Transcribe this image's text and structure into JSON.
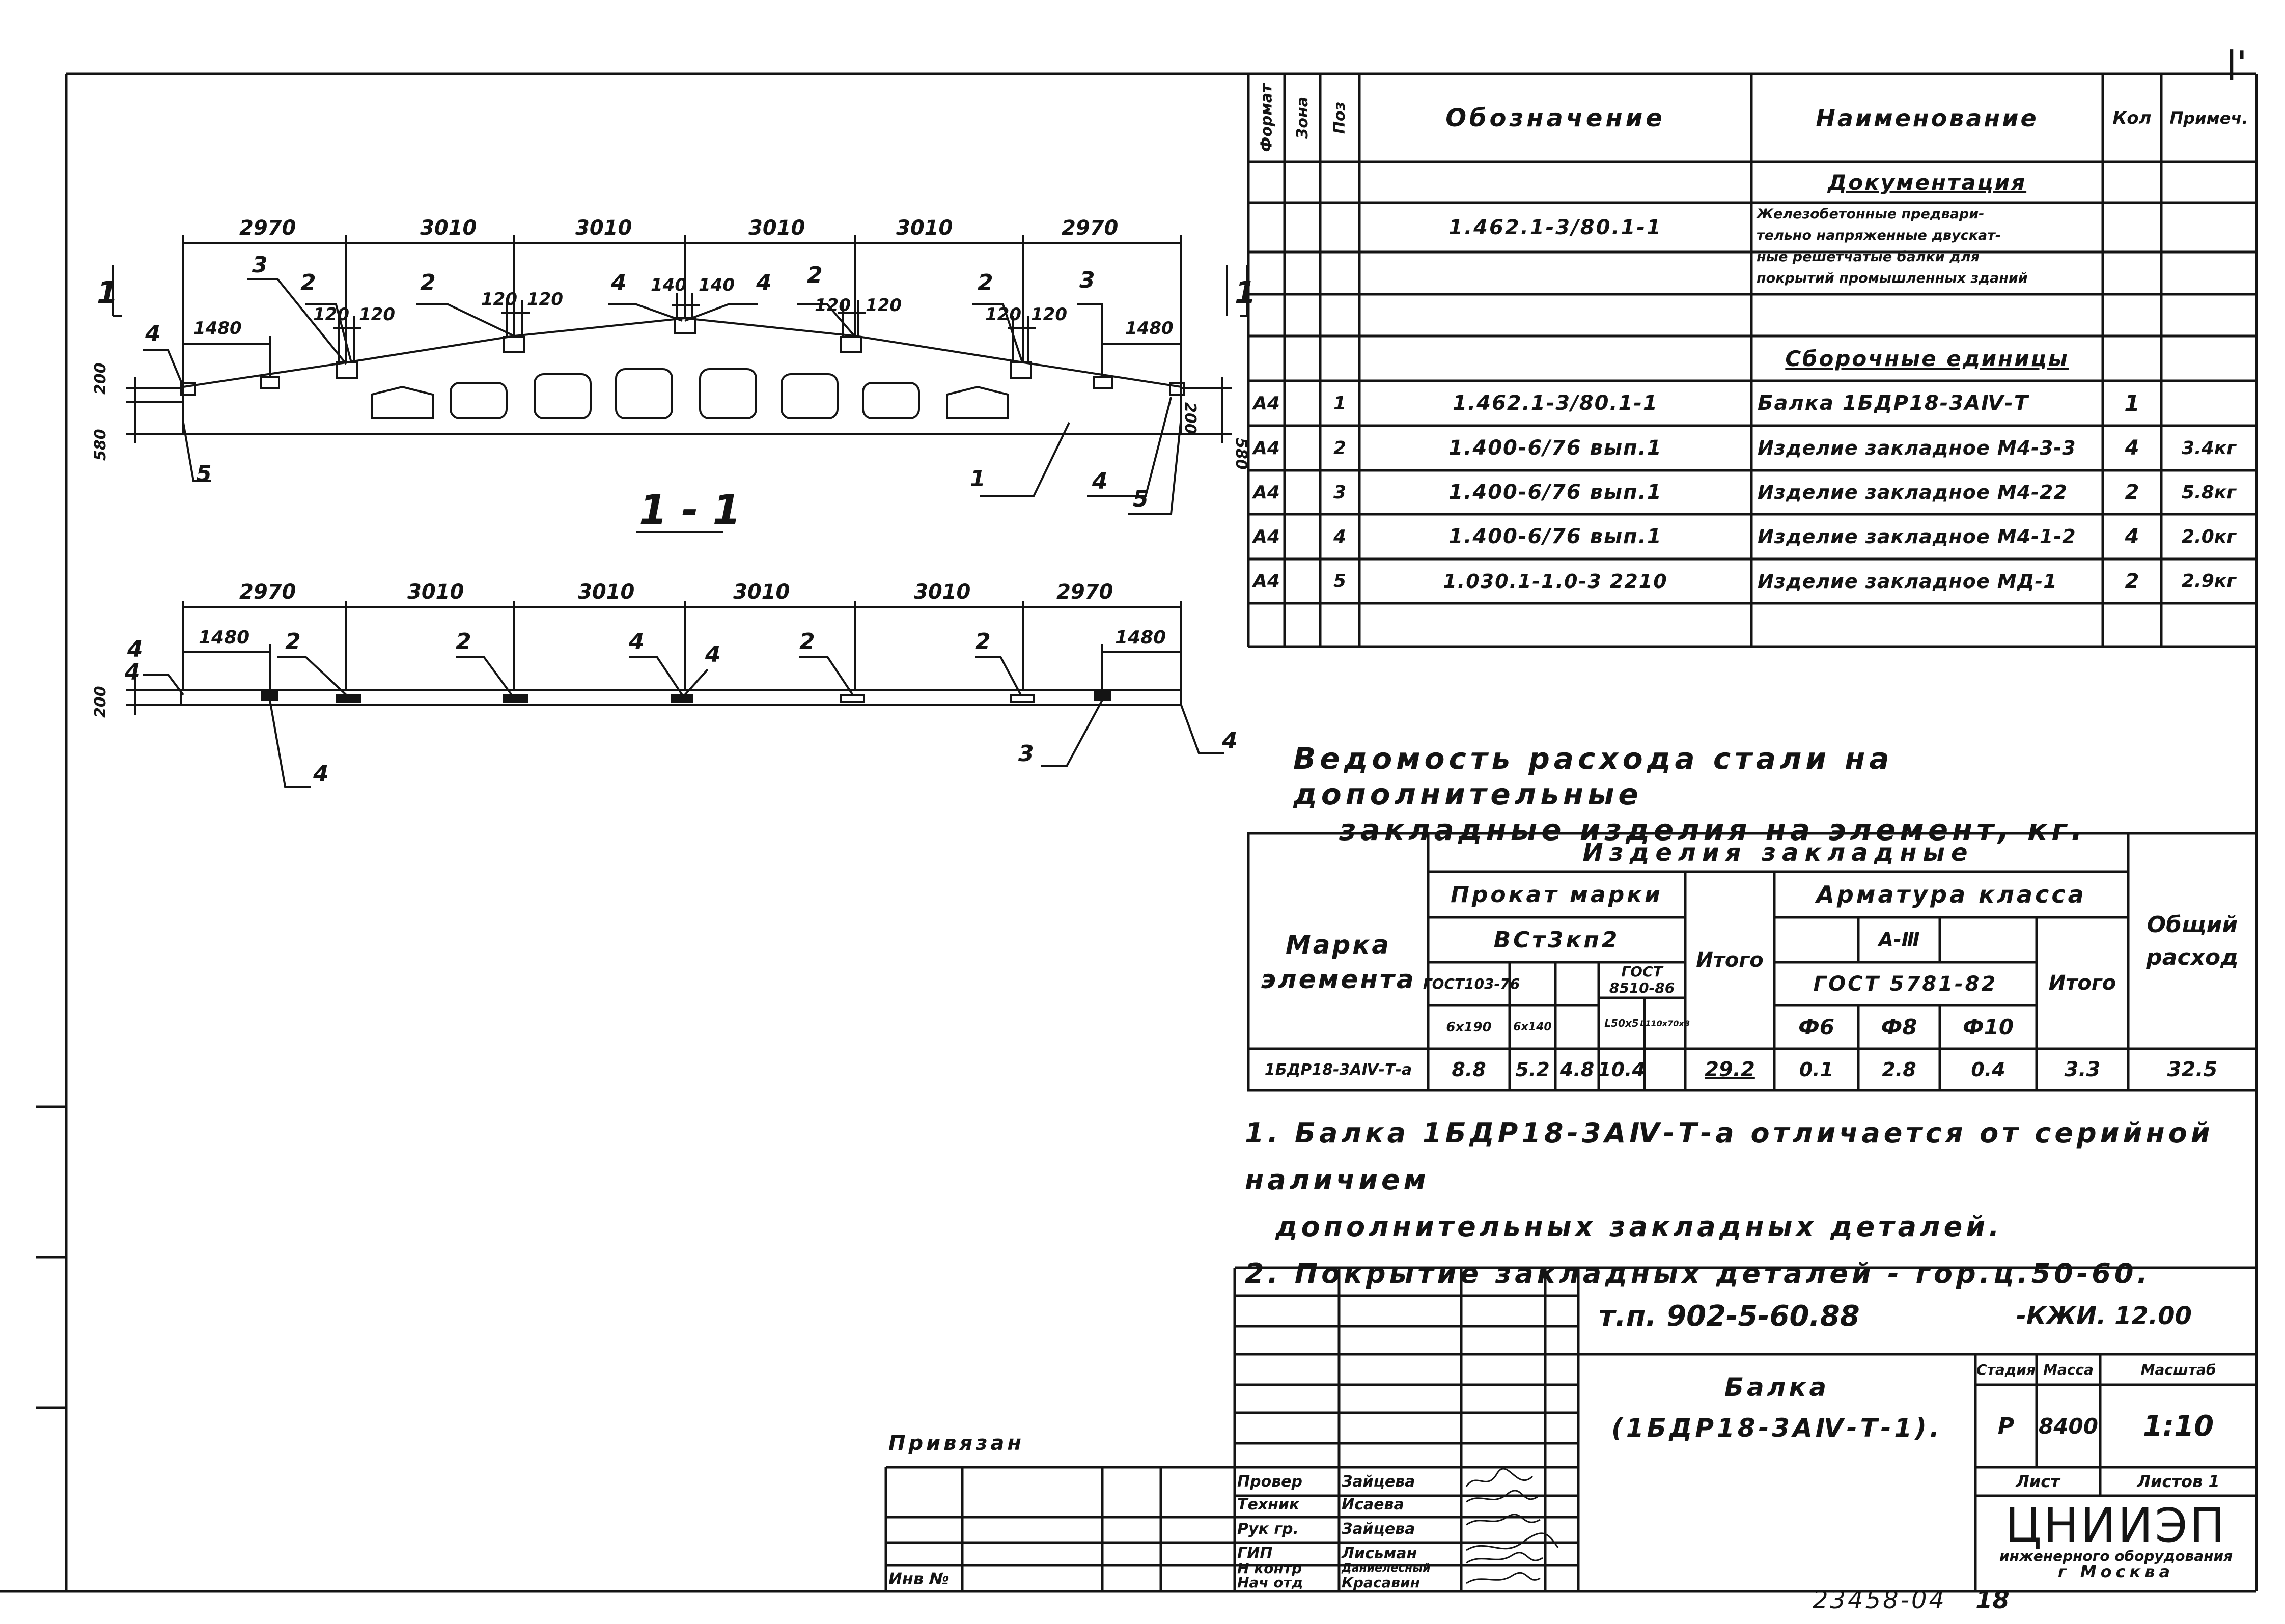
{
  "corner_mark": "|'",
  "spec_table": {
    "headers": {
      "format": "Формат",
      "zone": "Зона",
      "pos": "Поз",
      "designation": "Обозначение",
      "name": "Наименование",
      "qty": "Кол",
      "note": "Примеч."
    },
    "section_documentation": "Документация",
    "doc_designation": "1.462.1-3/80.1-1",
    "doc_name_lines": [
      "Железобетонные предвари-",
      "тельно напряженные двускат-",
      "ные решетчатые балки для",
      "покрытий промышленных зданий"
    ],
    "section_assemblies": "Сборочные единицы",
    "rows": [
      {
        "format": "A4",
        "pos": "1",
        "designation": "1.462.1-3/80.1-1",
        "name": "Балка 1БДР18-3АⅣ-Т",
        "qty": "1",
        "note": ""
      },
      {
        "format": "A4",
        "pos": "2",
        "designation": "1.400-6/76 вып.1",
        "name": "Изделие закладное М4-3-3",
        "qty": "4",
        "note": "3.4кг"
      },
      {
        "format": "A4",
        "pos": "3",
        "designation": "1.400-6/76 вып.1",
        "name": "Изделие закладное М4-22",
        "qty": "2",
        "note": "5.8кг"
      },
      {
        "format": "A4",
        "pos": "4",
        "designation": "1.400-6/76 вып.1",
        "name": "Изделие закладное М4-1-2",
        "qty": "4",
        "note": "2.0кг"
      },
      {
        "format": "A4",
        "pos": "5",
        "designation": "1.030.1-1.0-3 2210",
        "name": "Изделие закладное МД-1",
        "qty": "2",
        "note": "2.9кг"
      }
    ]
  },
  "drawing_top": {
    "dims": [
      "2970",
      "3010",
      "3010",
      "3010",
      "3010",
      "2970"
    ],
    "dim_1480_left": "1480",
    "dim_1480_right": "1480",
    "dims_120": [
      "120",
      "120",
      "120",
      "120",
      "140",
      "140",
      "120",
      "120",
      "120",
      "120"
    ],
    "marks": [
      "3",
      "2",
      "2",
      "4",
      "4",
      "2",
      "2",
      "3",
      "4",
      "1",
      "4",
      "5",
      "5"
    ],
    "height_200": "200",
    "height_580": "580",
    "section_mark": "1",
    "section_title": "1 - 1"
  },
  "drawing_bottom": {
    "dims": [
      "2970",
      "3010",
      "3010",
      "3010",
      "3010",
      "2970"
    ],
    "dim_1480_left": "1480",
    "dim_1480_right": "1480",
    "marks": [
      "4",
      "2",
      "2",
      "4",
      "4",
      "2",
      "2",
      "4",
      "4",
      "3",
      "4"
    ],
    "height_200": "200"
  },
  "consumption": {
    "title_line1": "Ведомость расхода стали на дополнительные",
    "title_line2": "закладные изделия на элемент, кг.",
    "h_products": "Изделия закладные",
    "h_element": "Марка элемента",
    "h_rolled": "Прокат марки",
    "h_steel": "ВСт3кп2",
    "h_gost1": "ГОСТ103-76",
    "h_gost2": "ГОСТ 8510-86",
    "h_sizes": [
      "6х190",
      "6х140",
      "L50х5",
      "L110х70х8"
    ],
    "h_total": "Итого",
    "h_rebar": "Арматура класса",
    "h_class": "А-Ⅲ",
    "h_gost3": "ГОСТ 5781-82",
    "h_diam": [
      "Ф6",
      "Ф8",
      "Ф10"
    ],
    "h_total2": "Итого",
    "h_overall": "Общий расход",
    "row": {
      "mark": "1БДР18-3АⅣ-Т-а",
      "v1": "8.8",
      "v2": "5.2",
      "v3": "4.8",
      "v4": "10.4",
      "total1": "29.2",
      "d6": "0.1",
      "d8": "2.8",
      "d10": "0.4",
      "total2": "3.3",
      "overall": "32.5"
    }
  },
  "notes": [
    "1. Балка 1БДР18-3АⅣ-Т-а отличается от серийной наличием",
    "дополнительных закладных деталей.",
    "2. Покрытие закладных деталей - гор.ц.50-60."
  ],
  "title_block": {
    "project_code": "т.п. 902-5-60.88",
    "suffix": "-КЖИ. 12.00",
    "title_line1": "Балка",
    "title_line2": "(1БДР18-3АⅣ-Т-1).",
    "stage_h": "Стадия",
    "mass_h": "Масса",
    "scale_h": "Масштаб",
    "stage": "Р",
    "mass": "8400",
    "scale": "1:10",
    "sheet_h": "Лист",
    "sheets_h": "Листов 1",
    "org_line1": "ЦНИИЭП",
    "org_line2": "инженерного оборудования",
    "org_line3": "г Москва",
    "bound": "Привязан",
    "inv": "Инв №",
    "roles": [
      "Провер",
      "Техник",
      "Рук гр.",
      "ГИП",
      "Н контр",
      "Нач отд"
    ],
    "names": [
      "Зайцева",
      "Исаева",
      "Зайцева",
      "Лисьман",
      "Даниелесный",
      "Красавин"
    ]
  },
  "footer": {
    "number": "23458-04",
    "page": "18"
  }
}
